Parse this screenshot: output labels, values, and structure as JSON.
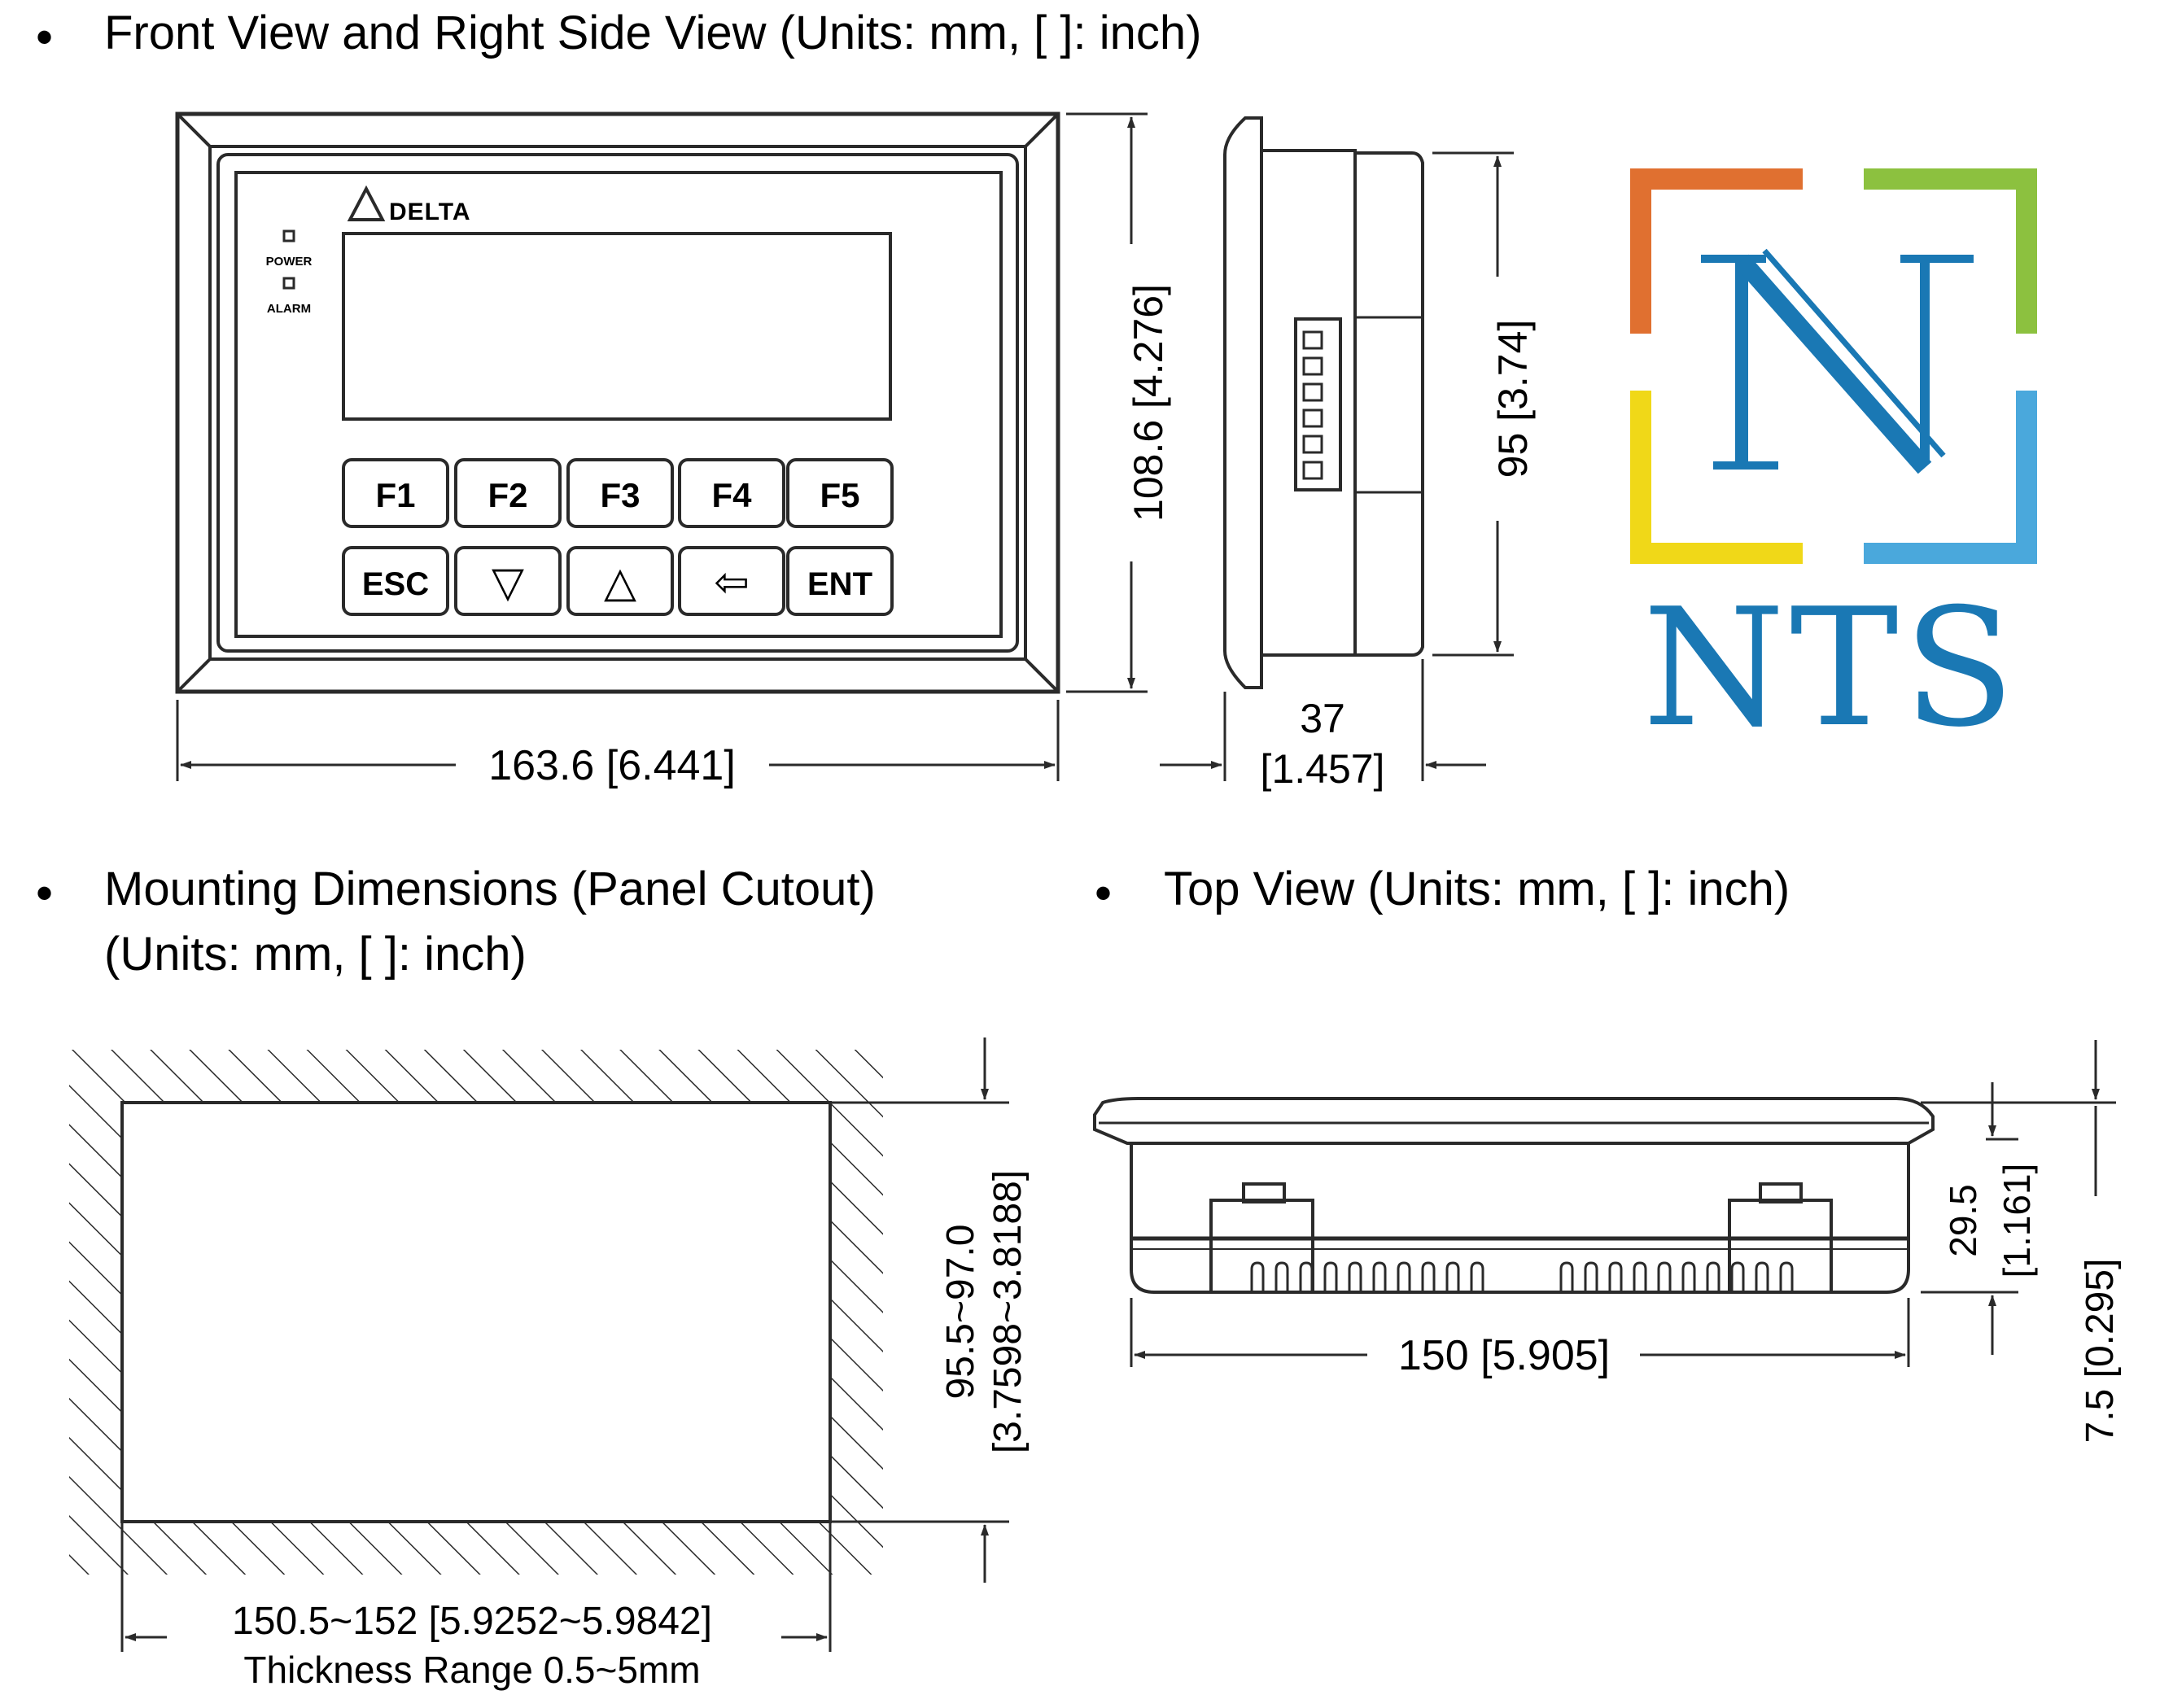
{
  "sections": {
    "front_side": {
      "bullet": "•",
      "heading": "Front View and Right Side View (Units: mm, [ ]: inch)",
      "front": {
        "brand": "DELTA",
        "led_power": "POWER",
        "led_alarm": "ALARM",
        "keys_row1": [
          "F1",
          "F2",
          "F3",
          "F4",
          "F5"
        ],
        "keys_row2": [
          "ESC",
          "▽",
          "△",
          "⇦",
          "ENT"
        ],
        "width_dim": "163.6 [6.441]",
        "height_dim": "108.6 [4.276]"
      },
      "side": {
        "height_dim": "95 [3.74]",
        "depth_mm": "37",
        "depth_in": "[1.457]"
      }
    },
    "mounting": {
      "bullet": "•",
      "heading_line1": "Mounting Dimensions (Panel Cutout)",
      "heading_line2": "(Units: mm, [ ]: inch)",
      "width_dim": "150.5~152 [5.9252~5.9842]",
      "thickness": "Thickness Range 0.5~5mm",
      "height_dim_mm": "95.5~97.0",
      "height_dim_in": "[3.7598~3.8188]"
    },
    "top_view": {
      "bullet": "•",
      "heading": "Top View (Units: mm, [ ]: inch)",
      "width_dim": "150 [5.905]",
      "depth_mm": "29.5",
      "depth_in": "[1.161]",
      "bezel_dim": "7.5 [0.295]"
    }
  },
  "logo": {
    "text": "NTS",
    "letter": "N",
    "colors": {
      "orange": "#e07030",
      "green": "#8cc13f",
      "yellow": "#f0d818",
      "light_blue": "#4aa8dc",
      "blue": "#1a78b4"
    }
  }
}
